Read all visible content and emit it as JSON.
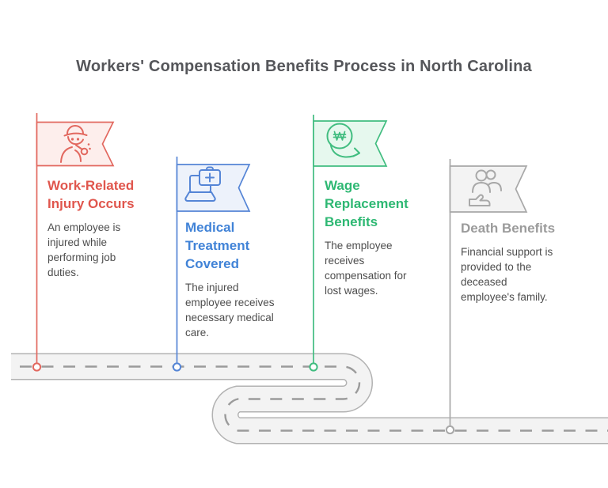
{
  "title": "Workers' Compensation Benefits Process in North Carolina",
  "road": {
    "fill": "#f3f3f3",
    "edge": "#b2b2b2",
    "dash": "#9b9b9b"
  },
  "steps": [
    {
      "title": "Work-Related Injury Occurs",
      "description": "An employee is injured while performing job duties.",
      "icon": "injured-worker-icon",
      "color": "#e0564d",
      "stroke": "#e2685f",
      "light": "#fdeeec"
    },
    {
      "title": "Medical Treatment Covered",
      "description": "The injured employee receives necessary medical care.",
      "icon": "laptop-first-aid-icon",
      "color": "#4183d7",
      "stroke": "#5585d6",
      "light": "#edf2fb"
    },
    {
      "title": "Wage Replacement Benefits",
      "description": "The employee receives compensation for lost wages.",
      "icon": "wage-decrease-icon",
      "color": "#2eb873",
      "stroke": "#41bd80",
      "light": "#e6f8ee"
    },
    {
      "title": "Death Benefits",
      "description": "Financial support is provided to the deceased employee's family.",
      "icon": "family-support-icon",
      "color": "#9b9b9b",
      "stroke": "#a8a8a8",
      "light": "#f3f3f3"
    }
  ]
}
